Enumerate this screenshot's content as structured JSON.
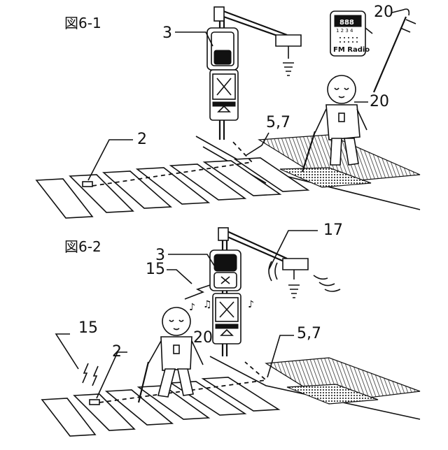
{
  "figure1": {
    "title": "図6-1",
    "labels": {
      "traffic_signal": "3",
      "radio_terminal": "20",
      "pedestrian": "20",
      "line_code": "5,7",
      "crosswalk_device": "2"
    },
    "radio": {
      "display": "888",
      "channels": "1 2 3 4",
      "brand": "FM Radio"
    }
  },
  "figure2": {
    "title": "図6-2",
    "labels": {
      "traffic_signal": "3",
      "emitter": "17",
      "signal_wave": "15",
      "ground_wave": "15",
      "pedestrian": "20",
      "line_code": "5,7",
      "crosswalk_device": "2"
    }
  },
  "colors": {
    "ink": "#111111",
    "paper": "#ffffff",
    "tactile": "#555555"
  }
}
